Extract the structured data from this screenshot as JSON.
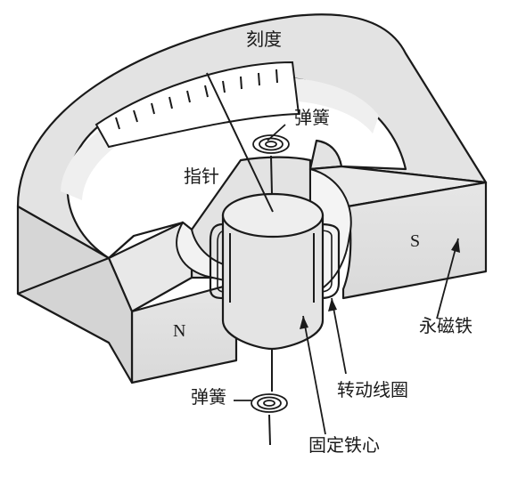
{
  "labels": {
    "scale": "刻度",
    "spring_top": "弹簧",
    "pointer": "指针",
    "permanent_magnet": "永磁铁",
    "moving_coil": "转动线圈",
    "spring_bottom": "弹簧",
    "fixed_core": "固定铁心"
  },
  "poles": {
    "north": "N",
    "south": "S"
  }
}
